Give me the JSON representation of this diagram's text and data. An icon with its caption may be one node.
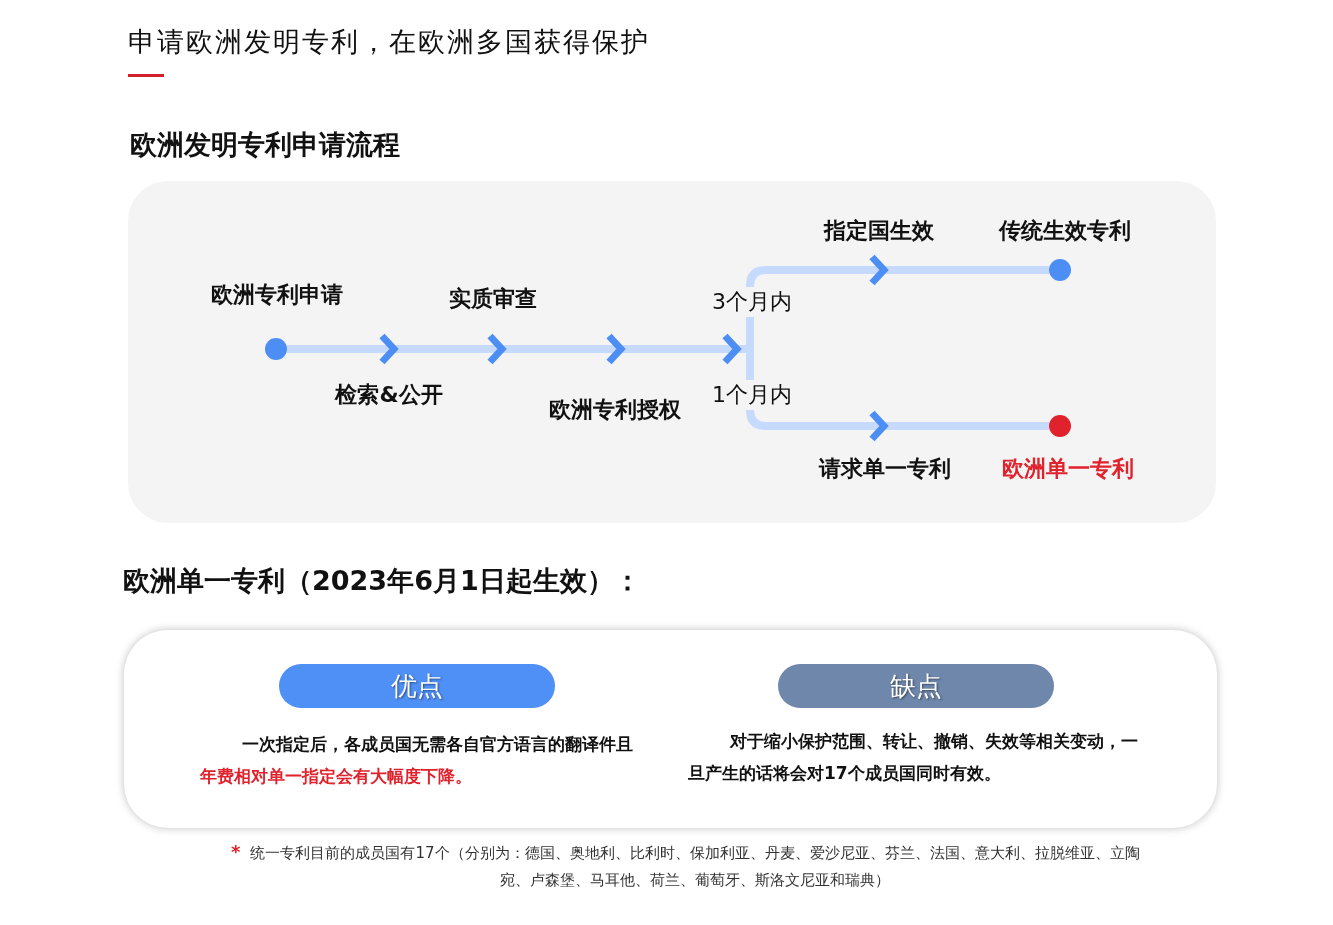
{
  "diagram": {
    "title": "申请欧洲发明专利，在欧洲多国获得保护",
    "nodes": [
      {
        "text": [],
        "shape": "circle",
        "beside": [
          "欧洲专利申请"
        ]
      },
      {
        "text": [],
        "shape": "circle",
        "beside": [
          "传统生效专利"
        ]
      },
      {
        "text": [],
        "shape": "circle",
        "beside": [
          "欧洲单一专利"
        ]
      },
      {
        "text": [
          "优点"
        ]
      },
      {
        "text": [
          "缺点"
        ]
      }
    ],
    "edges": [
      {
        "from": 0,
        "to": 1,
        "arrow": "to",
        "label": "3个月内"
      },
      {
        "from": 0,
        "to": 2,
        "arrow": "to",
        "label": "1个月内"
      }
    ],
    "labels": [
      "欧洲发明专利申请流程",
      "检索&公开",
      "实质审查",
      "欧洲专利授权",
      "指定国生效",
      "请求单一专利",
      "欧洲单一专利（2023年6月1日起生效）：",
      "一次指定后，各成员国无需各自官方语言的翻译件且",
      "年费相对单一指定会有大幅度下降。",
      "对于缩小保护范围、转让、撤销、失效等相关变动，一旦产生的话将会对17个成员国同时有效。",
      "*",
      "统一专利目前的成员国有17个（分别为：德国、奥地利、比利时、保加利亚、丹麦、爱沙尼亚、芬兰、法国、意大利、拉脱维亚、立陶宛、卢森堡、马耳他、荷兰、葡萄牙、斯洛文尼亚和瑞典）"
    ]
  }
}
